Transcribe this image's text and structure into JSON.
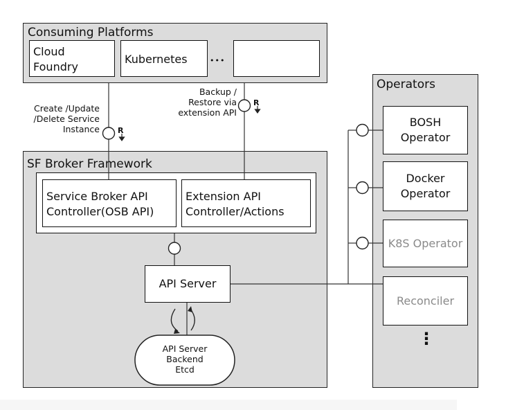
{
  "consuming_platforms": {
    "title": "Consuming Platforms",
    "cloud_foundry": "Cloud\nFoundry",
    "kubernetes": "Kubernetes",
    "ellipsis": "•••"
  },
  "annotations": {
    "create_update": "Create /Update\n/Delete Service\nInstance",
    "r_left": "R",
    "backup_restore": "Backup /\nRestore via\nextension API",
    "r_right": "R"
  },
  "broker": {
    "title": "SF Broker Framework",
    "service_broker_api": "Service Broker API\nController(OSB API)",
    "extension_api": "Extension API\nController/Actions",
    "api_server": "API Server",
    "backend": "API Server\nBackend\nEtcd"
  },
  "operators": {
    "title": "Operators",
    "bosh": "BOSH\nOperator",
    "docker": "Docker\nOperator",
    "k8s": "K8S Operator",
    "reconciler": "Reconciler",
    "more": "⋮"
  }
}
